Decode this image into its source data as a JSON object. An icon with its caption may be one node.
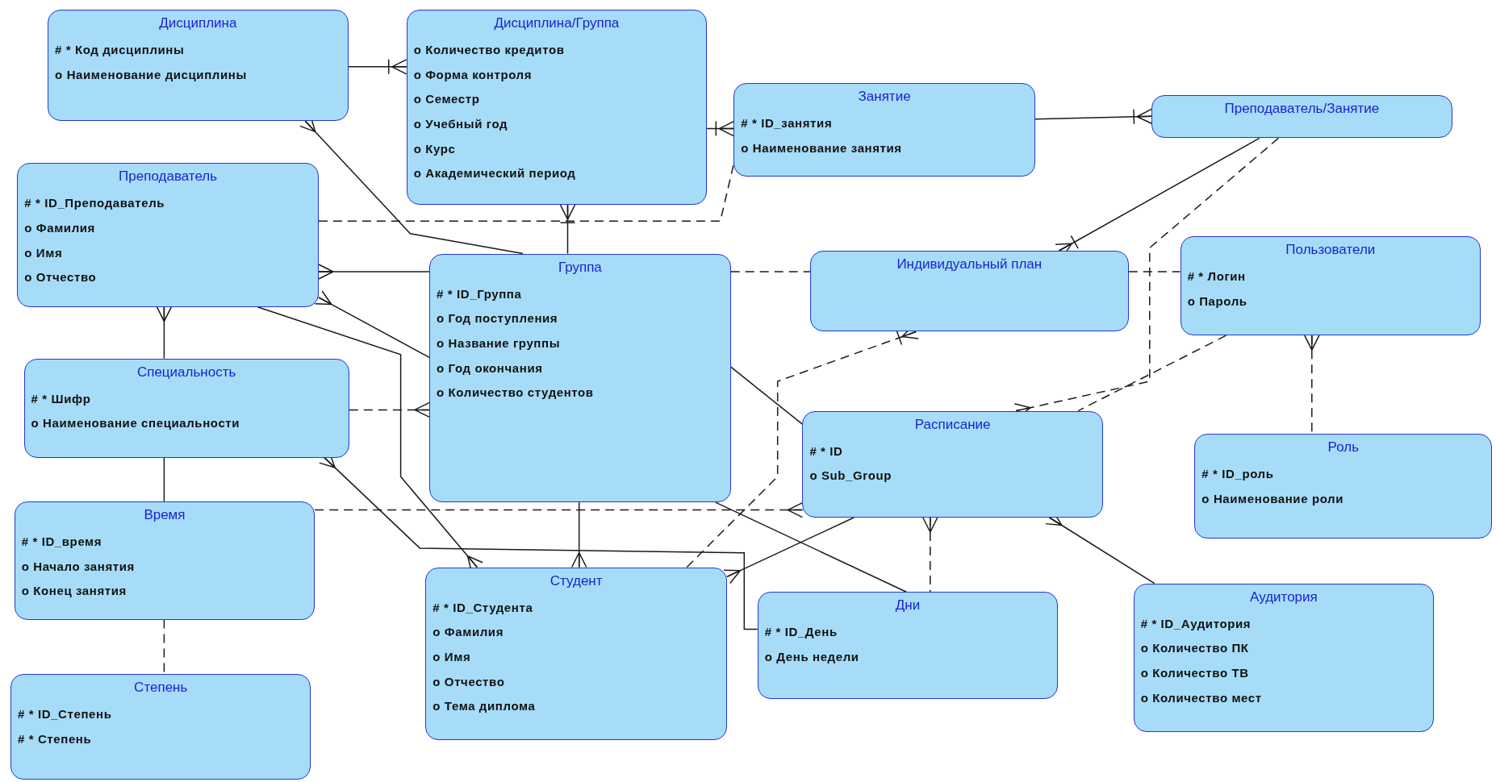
{
  "diagram": {
    "nodes": [
      {
        "text": [
          "Дисциплина",
          "# * Код дисциплины",
          "o Наименование дисциплины"
        ]
      },
      {
        "text": [
          "Дисциплина/Группа",
          "o Количество кредитов",
          "o Форма контроля",
          "o Семестр",
          "o Учебный год",
          "o Курс",
          "o Академический период"
        ]
      },
      {
        "text": [
          "Занятие",
          "# * ID_занятия",
          "o Наименование занятия"
        ]
      },
      {
        "text": [
          "Преподаватель/Занятие"
        ]
      },
      {
        "text": [
          "Преподаватель",
          "# * ID_Преподаватель",
          "o Фамилия",
          "o Имя",
          "o Отчество"
        ]
      },
      {
        "text": [
          "Группа",
          "# * ID_Группа",
          "o Год поступления",
          "o Название группы",
          "o Год окончания",
          "o Количество студентов"
        ]
      },
      {
        "text": [
          "Индивидуальный план"
        ]
      },
      {
        "text": [
          "Пользователи",
          "# * Логин",
          "o Пароль"
        ]
      },
      {
        "text": [
          "Специальность",
          "# * Шифр",
          "o Наименование специальности"
        ]
      },
      {
        "text": [
          "Расписание",
          "# * ID",
          "o Sub_Group"
        ]
      },
      {
        "text": [
          "Роль",
          "# * ID_роль",
          "o Наименование роли"
        ]
      },
      {
        "text": [
          "Время",
          "# * ID_время",
          "o Начало занятия",
          "o Конец занятия"
        ]
      },
      {
        "text": [
          "Студент",
          "# * ID_Студента",
          "o Фамилия",
          "o Имя",
          "o Отчество",
          "o Тема диплома"
        ]
      },
      {
        "text": [
          "Дни",
          "# * ID_День",
          "o День недели"
        ]
      },
      {
        "text": [
          "Аудитория",
          "# * ID_Аудитория",
          "o Количество ПК",
          "o Количество ТВ",
          "o Количество мест"
        ]
      },
      {
        "text": [
          "Степень",
          "# * ID_Степень",
          "# * Степень"
        ]
      }
    ],
    "edges": [
      {
        "from": 0,
        "to": 1,
        "arrow": "other"
      },
      {
        "from": 0,
        "to": 5,
        "arrow": "other"
      },
      {
        "from": 1,
        "to": 5,
        "arrow": "other"
      },
      {
        "from": 2,
        "to": 1,
        "arrow": "other"
      },
      {
        "from": 4,
        "to": 2,
        "arrow": "none",
        "style": "dashed"
      },
      {
        "from": 2,
        "to": 3,
        "arrow": "other"
      },
      {
        "from": 4,
        "to": 5,
        "arrow": "other"
      },
      {
        "from": 4,
        "to": 5,
        "arrow": "other"
      },
      {
        "from": 4,
        "to": 8,
        "arrow": "other"
      },
      {
        "from": 4,
        "to": 12,
        "arrow": "other"
      },
      {
        "from": 8,
        "to": 5,
        "arrow": "other",
        "style": "dashed"
      },
      {
        "from": 8,
        "to": 11,
        "arrow": "none"
      },
      {
        "from": 11,
        "to": 15,
        "arrow": "none",
        "style": "dashed"
      },
      {
        "from": 8,
        "to": 13,
        "arrow": "other"
      },
      {
        "from": 11,
        "to": 9,
        "arrow": "other",
        "style": "dashed"
      },
      {
        "from": 5,
        "to": 12,
        "arrow": "other"
      },
      {
        "from": 5,
        "to": 6,
        "arrow": "none",
        "style": "dashed"
      },
      {
        "from": 5,
        "to": 9,
        "arrow": "none"
      },
      {
        "from": 5,
        "to": 13,
        "arrow": "none"
      },
      {
        "from": 12,
        "to": 6,
        "arrow": "other",
        "style": "dashed"
      },
      {
        "from": 12,
        "to": 9,
        "arrow": "other"
      },
      {
        "from": 9,
        "to": 13,
        "arrow": "other",
        "style": "dashed"
      },
      {
        "from": 9,
        "to": 14,
        "arrow": "other"
      },
      {
        "from": 7,
        "to": 10,
        "arrow": "other",
        "style": "dashed"
      },
      {
        "from": 7,
        "to": 9,
        "arrow": "none",
        "style": "dashed"
      },
      {
        "from": 3,
        "to": 6,
        "arrow": "other"
      },
      {
        "from": 3,
        "to": 9,
        "arrow": "other",
        "style": "dashed"
      },
      {
        "from": 6,
        "to": 7,
        "arrow": "none",
        "style": "dashed"
      }
    ]
  }
}
